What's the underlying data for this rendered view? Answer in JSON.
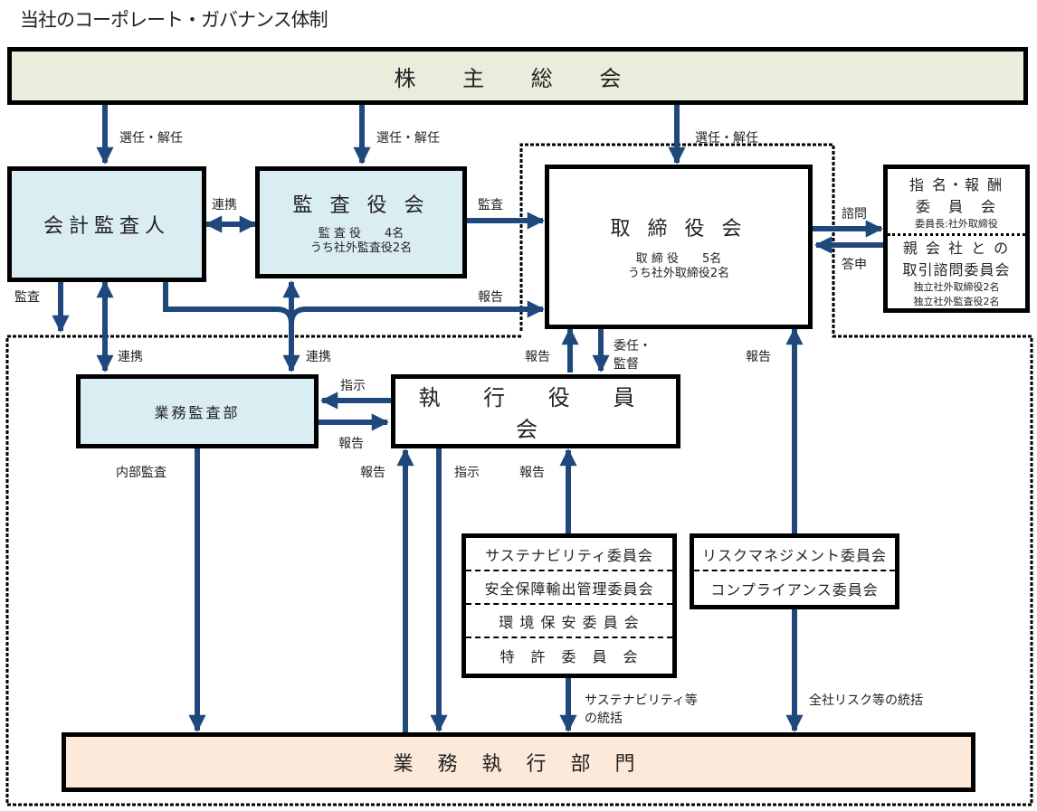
{
  "title": "当社のコーポレート・ガバナンス体制",
  "colors": {
    "arrow": "#1f497d",
    "shareholders_bg": "#eaeddc",
    "audit_bg": "#daedf3",
    "operations_bg": "#fde9d9"
  },
  "nodes": {
    "shareholders": "株 主 総 会",
    "accounting_auditor": "会計監査人",
    "audit_board": {
      "name": "監 査 役 会",
      "line1": "監 査 役　　4名",
      "line2": "うち社外監査役2名"
    },
    "board": {
      "name": "取 締 役 会",
      "line1": "取 締 役　　5名",
      "line2": "うち社外取締役2名"
    },
    "nomination_committee": {
      "name1": "指 名・報 酬",
      "name2": "委　員　会",
      "note": "委員長:社外取締役"
    },
    "parent_committee": {
      "name1": "親 会 社 と の",
      "name2": "取引諮問委員会",
      "note1": "独立社外取締役2名",
      "note2": "独立社外監査役2名"
    },
    "internal_audit": "業務監査部",
    "executive_committee": "執 行 役 員 会",
    "committees_left": [
      "サステナビリティ委員会",
      "安全保障輸出管理委員会",
      "環 境 保 安 委 員 会",
      "特　許　委　員　会"
    ],
    "committees_right": [
      "リスクマネジメント委員会",
      "コンプライアンス委員会"
    ],
    "operations": "業 務 執 行 部 門"
  },
  "labels": {
    "elect1": "選任・解任",
    "elect2": "選任・解任",
    "elect3": "選任・解任",
    "coop_top": "連携",
    "audit_to_board": "監査",
    "report_to_board": "報告",
    "consult": "諮問",
    "answer": "答申",
    "audit_left": "監査",
    "coop_left": "連携",
    "coop_mid": "連携",
    "report_up": "報告",
    "delegate": "委任・",
    "supervise": "監督",
    "report_right": "報告",
    "instruct_to_audit": "指示",
    "report_from_audit": "報告",
    "internal_audit": "内部監査",
    "report_ops": "報告",
    "instruct_ops": "指示",
    "report_committees": "報告",
    "sustain_oversight1": "サステナビリティ等",
    "sustain_oversight2": "の統括",
    "risk_oversight": "全社リスク等の統括"
  }
}
